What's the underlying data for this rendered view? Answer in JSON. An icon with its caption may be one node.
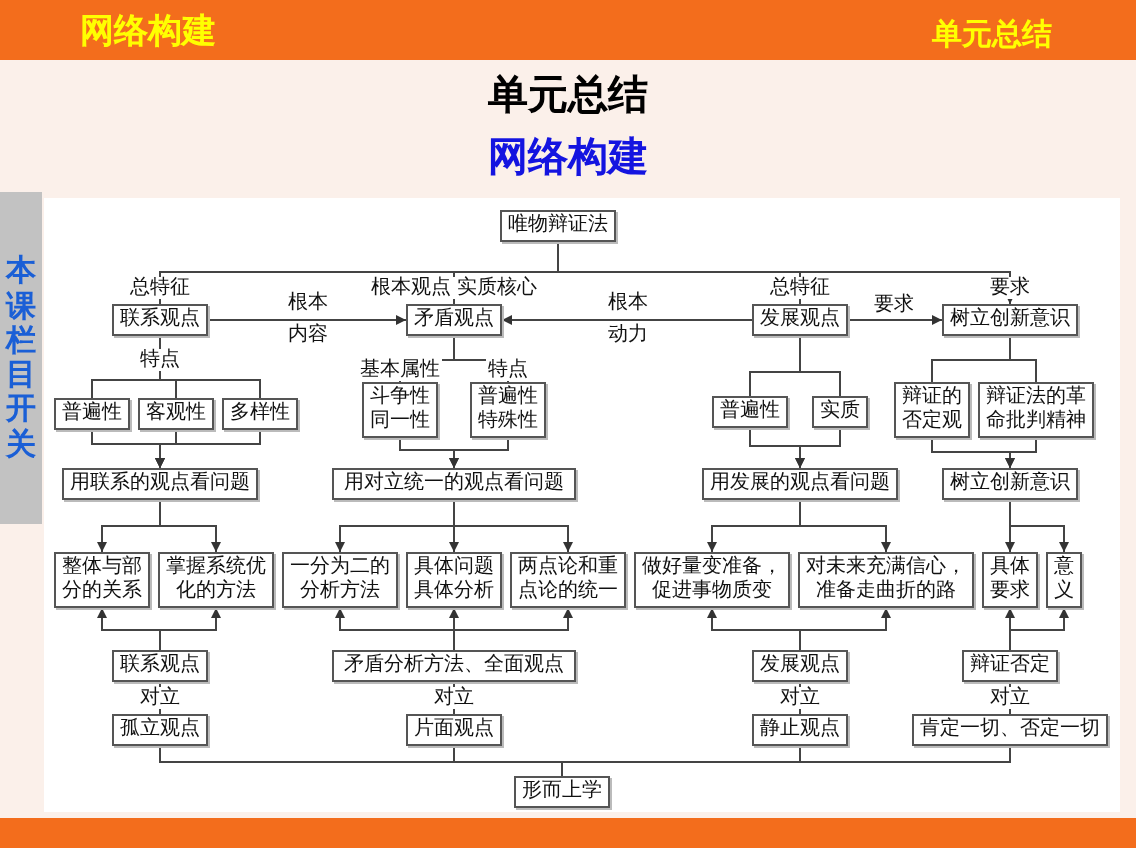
{
  "diagram": {
    "title": "单元总结",
    "nodes": [
      {
        "text": [
          "唯物辩证法"
        ]
      },
      {
        "text": [
          "联系观点"
        ]
      },
      {
        "text": [
          "矛盾观点"
        ]
      },
      {
        "text": [
          "发展观点"
        ]
      },
      {
        "text": [
          "树立创新意识"
        ]
      },
      {
        "text": [
          "普遍性"
        ]
      },
      {
        "text": [
          "客观性"
        ]
      },
      {
        "text": [
          "多样性"
        ]
      },
      {
        "text": [
          "斗争性",
          "同一性"
        ]
      },
      {
        "text": [
          "普遍性",
          "特殊性"
        ]
      },
      {
        "text": [
          "普遍性"
        ]
      },
      {
        "text": [
          "实质"
        ]
      },
      {
        "text": [
          "辩证的否定观"
        ]
      },
      {
        "text": [
          "辩证法的革命批判精神"
        ]
      },
      {
        "text": [
          "用联系的观点看问题"
        ]
      },
      {
        "text": [
          "用对立统一的观点看问题"
        ]
      },
      {
        "text": [
          "用发展的观点看问题"
        ]
      },
      {
        "text": [
          "树立创新意识"
        ]
      },
      {
        "text": [
          "整体与部分的关系"
        ]
      },
      {
        "text": [
          "掌握系统优化的方法"
        ]
      },
      {
        "text": [
          "一分为二的分析方法"
        ]
      },
      {
        "text": [
          "具体问题具体分析"
        ]
      },
      {
        "text": [
          "两点论和重点论的统一"
        ]
      },
      {
        "text": [
          "做好量变准备，促进事物质变"
        ]
      },
      {
        "text": [
          "对未来充满信心，准备走曲折的路"
        ]
      },
      {
        "text": [
          "具体要求"
        ]
      },
      {
        "text": [
          "意义"
        ]
      },
      {
        "text": [
          "联系观点"
        ]
      },
      {
        "text": [
          "矛盾分析方法、全面观点"
        ]
      },
      {
        "text": [
          "发展观点"
        ]
      },
      {
        "text": [
          "辩证否定"
        ]
      },
      {
        "text": [
          "孤立观点"
        ]
      },
      {
        "text": [
          "片面观点"
        ]
      },
      {
        "text": [
          "静止观点"
        ]
      },
      {
        "text": [
          "肯定一切、否定一切"
        ]
      },
      {
        "text": [
          "形而上学"
        ]
      }
    ],
    "edges": [
      {
        "from": 0,
        "to": 1,
        "arrow": "none",
        "label": "总特征"
      },
      {
        "from": 0,
        "to": 2,
        "arrow": "none",
        "label": "根本观点 实质核心"
      },
      {
        "from": 0,
        "to": 3,
        "arrow": "none",
        "label": "总特征"
      },
      {
        "from": 0,
        "to": 4,
        "arrow": "to",
        "label": "要求"
      },
      {
        "from": 1,
        "to": 2,
        "arrow": "to",
        "label": "根本内容"
      },
      {
        "from": 3,
        "to": 2,
        "arrow": "to",
        "label": "根本动力"
      },
      {
        "from": 3,
        "to": 4,
        "arrow": "to",
        "label": "要求"
      },
      {
        "from": 1,
        "to": 5,
        "arrow": "none",
        "label": "特点"
      },
      {
        "from": 1,
        "to": 6,
        "arrow": "none"
      },
      {
        "from": 1,
        "to": 7,
        "arrow": "none"
      },
      {
        "from": 2,
        "to": 8,
        "arrow": "none",
        "label": "基本属性"
      },
      {
        "from": 2,
        "to": 9,
        "arrow": "none",
        "label": "特点"
      },
      {
        "from": 3,
        "to": 10,
        "arrow": "none"
      },
      {
        "from": 3,
        "to": 11,
        "arrow": "none"
      },
      {
        "from": 4,
        "to": 12,
        "arrow": "none"
      },
      {
        "from": 4,
        "to": 13,
        "arrow": "none"
      },
      {
        "from": 5,
        "to": 14,
        "arrow": "to"
      },
      {
        "from": 6,
        "to": 14,
        "arrow": "to"
      },
      {
        "from": 7,
        "to": 14,
        "arrow": "to"
      },
      {
        "from": 8,
        "to": 15,
        "arrow": "to"
      },
      {
        "from": 9,
        "to": 15,
        "arrow": "to"
      },
      {
        "from": 10,
        "to": 16,
        "arrow": "to"
      },
      {
        "from": 11,
        "to": 16,
        "arrow": "to"
      },
      {
        "from": 12,
        "to": 17,
        "arrow": "to"
      },
      {
        "from": 13,
        "to": 17,
        "arrow": "to"
      },
      {
        "from": 14,
        "to": 18,
        "arrow": "to"
      },
      {
        "from": 14,
        "to": 19,
        "arrow": "to"
      },
      {
        "from": 15,
        "to": 20,
        "arrow": "to"
      },
      {
        "from": 15,
        "to": 21,
        "arrow": "to"
      },
      {
        "from": 15,
        "to": 22,
        "arrow": "to"
      },
      {
        "from": 16,
        "to": 23,
        "arrow": "to"
      },
      {
        "from": 16,
        "to": 24,
        "arrow": "to"
      },
      {
        "from": 17,
        "to": 25,
        "arrow": "to"
      },
      {
        "from": 17,
        "to": 26,
        "arrow": "to"
      },
      {
        "from": 27,
        "to": 18,
        "arrow": "to"
      },
      {
        "from": 27,
        "to": 19,
        "arrow": "to"
      },
      {
        "from": 28,
        "to": 20,
        "arrow": "to"
      },
      {
        "from": 28,
        "to": 21,
        "arrow": "to"
      },
      {
        "from": 28,
        "to": 22,
        "arrow": "to"
      },
      {
        "from": 29,
        "to": 23,
        "arrow": "to"
      },
      {
        "from": 29,
        "to": 24,
        "arrow": "to"
      },
      {
        "from": 30,
        "to": 25,
        "arrow": "to"
      },
      {
        "from": 30,
        "to": 26,
        "arrow": "to"
      },
      {
        "from": 27,
        "to": 31,
        "arrow": "none",
        "label": "对立"
      },
      {
        "from": 28,
        "to": 32,
        "arrow": "none",
        "label": "对立"
      },
      {
        "from": 29,
        "to": 33,
        "arrow": "none",
        "label": "对立"
      },
      {
        "from": 30,
        "to": 34,
        "arrow": "none",
        "label": "对立"
      },
      {
        "from": 31,
        "to": 35,
        "arrow": "none"
      },
      {
        "from": 32,
        "to": 35,
        "arrow": "none"
      },
      {
        "from": 33,
        "to": 35,
        "arrow": "none"
      },
      {
        "from": 34,
        "to": 35,
        "arrow": "none"
      }
    ],
    "labels": [
      "网络构建",
      "单元总结",
      "网络构建",
      "本课栏目开关"
    ]
  }
}
